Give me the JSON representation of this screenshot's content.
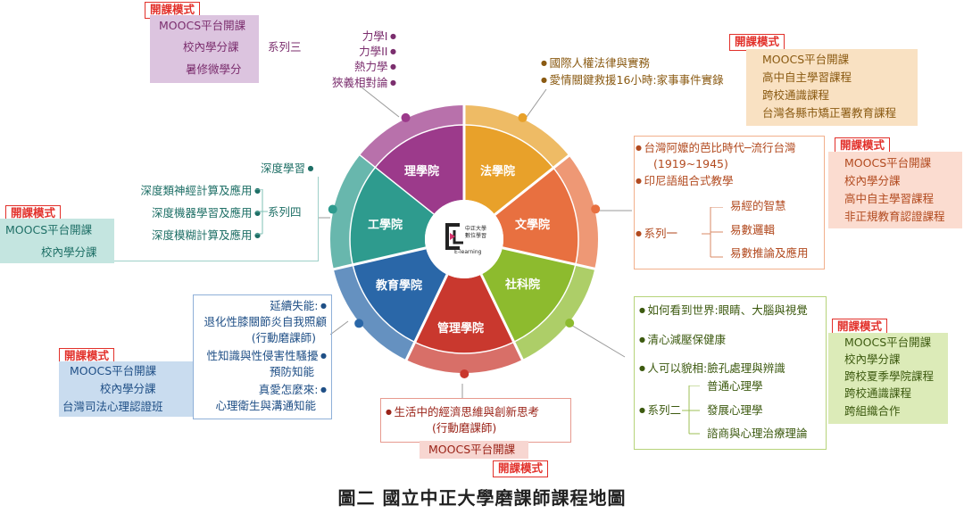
{
  "caption": "圖二 國立中正大學磨課師課程地圖",
  "center_logo": {
    "line1": "中正大學",
    "line2": "數位學習",
    "line3": "E-learning"
  },
  "colleges": [
    "理學院",
    "法學院",
    "文學院",
    "社科院",
    "管理學院",
    "教育學院",
    "工學院"
  ],
  "colors": {
    "science": "#9c3a8b",
    "law": "#e8a12a",
    "arts": "#e87040",
    "social": "#8dbb2e",
    "mgmt": "#c9382e",
    "edu": "#2a67a8",
    "eng": "#2e9b8e",
    "tag_red": "#e2302a"
  },
  "mode_tag": "開課模式",
  "science": {
    "series": "系列三",
    "courses": [
      "力學I",
      "力學II",
      "熱力學",
      "狹義相對論"
    ],
    "modes": [
      "MOOCS平台開課",
      "校內學分課",
      "暑修微學分"
    ]
  },
  "law": {
    "courses": [
      "國際人權法律與實務",
      "愛情關鍵救援16小時:家事事件實錄"
    ],
    "modes": [
      "MOOCS平台開課",
      "高中自主學習課程",
      "跨校通識課程",
      "台灣各縣市矯正署教育課程"
    ]
  },
  "arts": {
    "course1_line1": "台灣阿嬤的芭比時代─流行台灣",
    "course1_line2": "(1919~1945)",
    "course2": "印尼語組合式教學",
    "series": "系列一",
    "series_courses": [
      "易經的智慧",
      "易數邏輯",
      "易數推論及應用"
    ],
    "modes": [
      "MOOCS平台開課",
      "校內學分課",
      "高中自主學習課程",
      "非正規教育認證課程"
    ]
  },
  "social": {
    "courses": [
      "如何看到世界:眼睛、大腦與視覺",
      "清心減壓保健康",
      "人可以貌相:臉孔處理與辨識"
    ],
    "series": "系列二",
    "series_courses": [
      "普通心理學",
      "發展心理學",
      "諮商與心理治療理論"
    ],
    "modes": [
      "MOOCS平台開課",
      "校內學分課",
      "跨校夏季學院課程",
      "跨校通識課程",
      "跨組織合作"
    ]
  },
  "mgmt": {
    "course_line1": "生活中的經濟思維與創新思考",
    "course_line2": "(行動磨課師)",
    "modes": [
      "MOOCS平台開課"
    ]
  },
  "edu": {
    "c1_line1": "延續失能:",
    "c1_line2": "退化性膝關節炎自我照顧",
    "c1_line3": "(行動磨課師)",
    "c2_line1": "性知識與性侵害性騷擾",
    "c2_line2": "預防知能",
    "c3_line1": "真愛怎麼來:",
    "c3_line2": "心理衛生與溝通知能",
    "modes": [
      "MOOCS平台開課",
      "校內學分課",
      "台灣司法心理認證班"
    ]
  },
  "eng": {
    "course": "深度學習",
    "series": "系列四",
    "series_courses": [
      "深度類神經計算及應用",
      "深度機器學習及應用",
      "深度模糊計算及應用"
    ],
    "modes": [
      "MOOCS平台開課",
      "校內學分課"
    ]
  }
}
